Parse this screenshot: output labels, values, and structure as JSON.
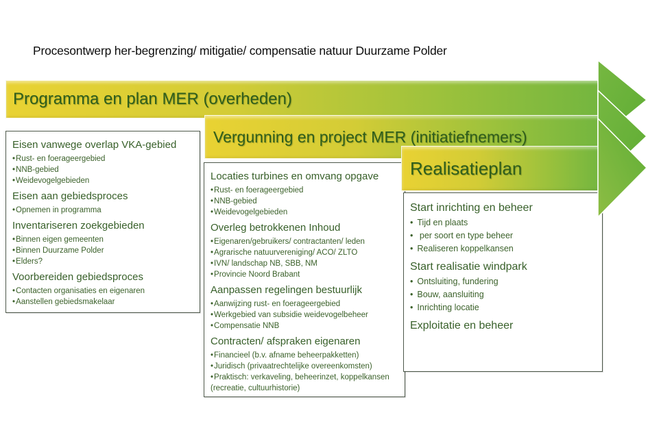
{
  "title": "Procesontwerp her-begrenzing/ mitigatie/ compensatie natuur Duurzame Polder",
  "arrows": [
    {
      "label": "Programma en plan MER (overheden)"
    },
    {
      "label": "Vergunning en project MER (initiatiefnemers)"
    },
    {
      "label": "Realisatieplan"
    }
  ],
  "boxes": [
    {
      "sections": [
        {
          "heading": "Eisen vanwege overlap VKA-gebied",
          "bullets": [
            "Rust- en foerageergebied",
            "NNB-gebied",
            "Weidevogelgebieden"
          ]
        },
        {
          "heading": "Eisen aan gebiedsproces",
          "bullets": [
            "Opnemen in programma"
          ]
        },
        {
          "heading": "Inventariseren zoekgebieden",
          "bullets": [
            "Binnen eigen gemeenten",
            "Binnen Duurzame Polder",
            "Elders?"
          ]
        },
        {
          "heading": "Voorbereiden gebiedsproces",
          "bullets": [
            "Contacten organisaties en eigenaren",
            "Aanstellen gebiedsmakelaar"
          ]
        }
      ]
    },
    {
      "sections": [
        {
          "heading": "Locaties turbines en omvang opgave",
          "bullets": [
            "Rust- en foerageergebied",
            "NNB-gebied",
            "Weidevogelgebieden"
          ]
        },
        {
          "heading": "Overleg betrokkenen Inhoud",
          "bullets": [
            "Eigenaren/gebruikers/ contractanten/ leden",
            "Agrarische natuurvereniging/ ACO/ ZLTO",
            "IVN/ landschap NB, SBB, NM",
            "Provincie Noord Brabant"
          ]
        },
        {
          "heading": "Aanpassen regelingen bestuurlijk",
          "bullets": [
            "Aanwijzing rust- en foerageergebied",
            "Werkgebied van subsidie weidevogelbeheer",
            "Compensatie NNB"
          ]
        },
        {
          "heading": "Contracten/ afspraken eigenaren",
          "bullets": [
            "Financieel (b.v. afname beheerpakketten)",
            "Juridisch (privaatrechtelijke overeenkomsten)",
            "Praktisch: verkaveling, beheerinzet, koppelkansen (recreatie, cultuurhistorie)"
          ]
        }
      ]
    },
    {
      "sections": [
        {
          "heading": "Start inrichting en beheer",
          "bullets": [
            "Tijd en plaats",
            " per soort en type beheer",
            "Realiseren koppelkansen"
          ]
        },
        {
          "heading": "Start realisatie windpark",
          "bullets": [
            "Ontsluiting, fundering",
            "Bouw, aansluiting",
            "Inrichting locatie"
          ]
        },
        {
          "heading": "Exploitatie en beheer",
          "bullets": []
        }
      ]
    }
  ],
  "colors": {
    "arrow_yellow": "#e9d233",
    "arrow_green": "#74b63f",
    "arrow_head_green": "#6bb13a",
    "arrow_text": "#2f5e1c",
    "box_text": "#3b612a",
    "box_border": "#4d584a"
  }
}
